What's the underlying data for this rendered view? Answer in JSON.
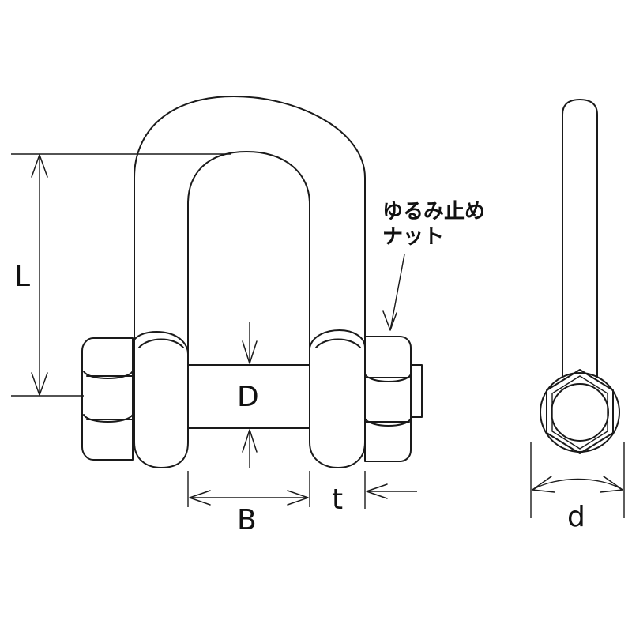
{
  "labels": {
    "length": "L",
    "diameter_pin": "D",
    "inner_width": "B",
    "thickness": "t",
    "body_diameter": "d"
  },
  "note": {
    "line1": "ゆるみ止め",
    "line2": "ナット"
  }
}
